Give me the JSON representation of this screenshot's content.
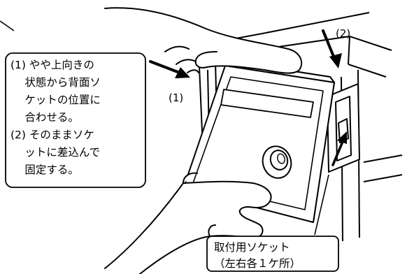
{
  "instruction_box": {
    "lines": [
      "(1) やや上向きの",
      "　  状態から背面ソ",
      "　  ケットの位置に",
      "　  合わせる。",
      "(2) そのままソケ",
      "　  ットに差込んで",
      "　  固定する。"
    ]
  },
  "arrow_labels": {
    "step1": "(1)",
    "step2": "(2)"
  },
  "socket_box": {
    "lines": [
      "取付用ソケット",
      "（左右各１ケ所）"
    ]
  },
  "colors": {
    "line": "#000000",
    "background": "#ffffff"
  }
}
